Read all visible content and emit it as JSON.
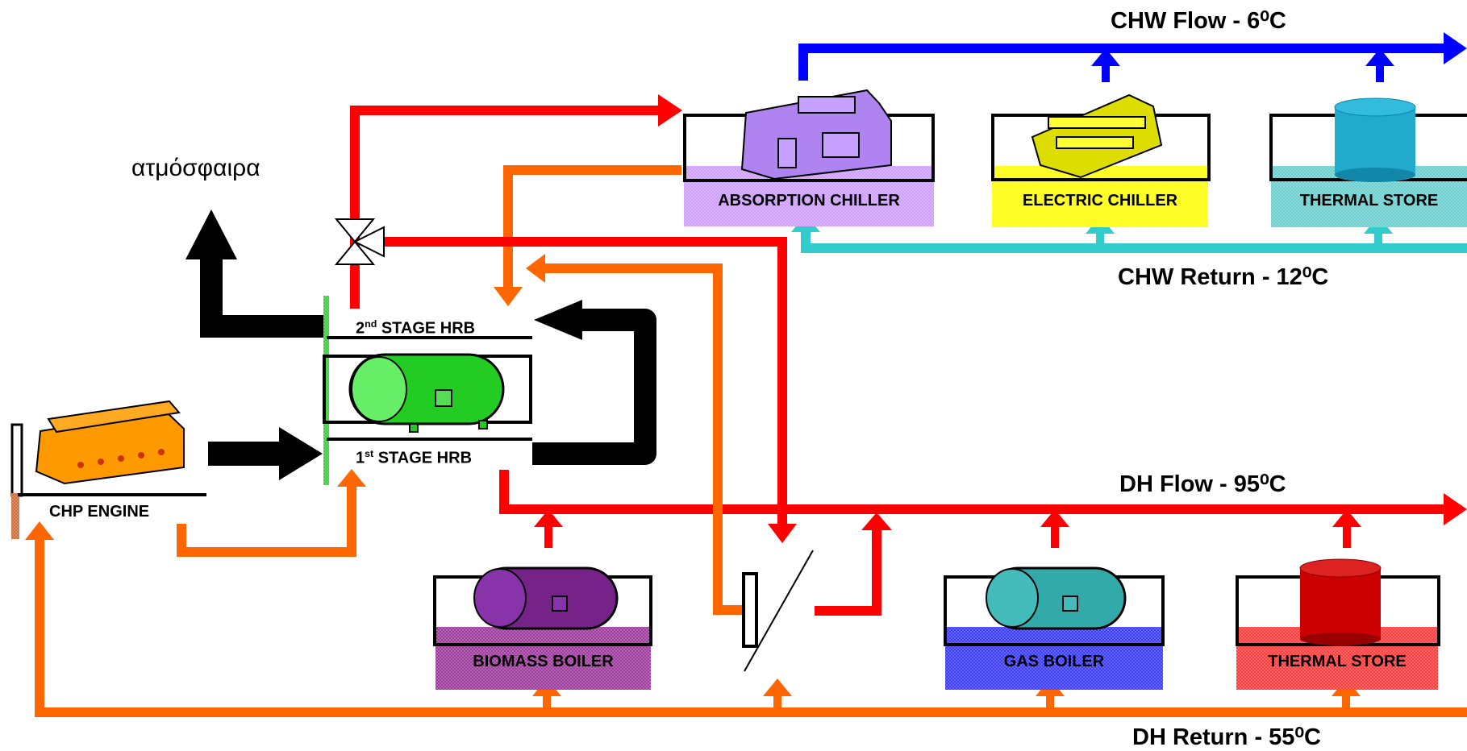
{
  "labels": {
    "chw_flow": "CHW Flow - 6⁰C",
    "chw_return": "CHW Return - 12⁰C",
    "dh_flow": "DH Flow - 95⁰C",
    "dh_return": "DH Return - 55⁰C",
    "atmosphere": "ατμόσφαιρα",
    "hrb2_prefix": "2",
    "hrb2_sup": "nd",
    "hrb2_text": " STAGE HRB",
    "hrb1_prefix": "1",
    "hrb1_sup": "st",
    "hrb1_text": " STAGE HRB",
    "chp_engine": "CHP ENGINE"
  },
  "units": {
    "absorption_chiller": "ABSORPTION CHILLER",
    "electric_chiller": "ELECTRIC CHILLER",
    "thermal_store_chw": "THERMAL STORE",
    "biomass_boiler": "BIOMASS BOILER",
    "gas_boiler": "GAS BOILER",
    "thermal_store_dh": "THERMAL STORE"
  },
  "colors": {
    "chw_flow": "#0000ff",
    "chw_return": "#33cccc",
    "dh_flow": "#ff0000",
    "dh_return": "#ff6600",
    "exhaust": "#000000",
    "absorption_band": "#cc99ff",
    "electric_band": "#ffff00",
    "thermal_chw_band": "#66cccc",
    "biomass_band": "#993399",
    "gas_band": "#3333ff",
    "thermal_dh_band": "#ff3333",
    "hrb_stack": "#33cc33"
  }
}
